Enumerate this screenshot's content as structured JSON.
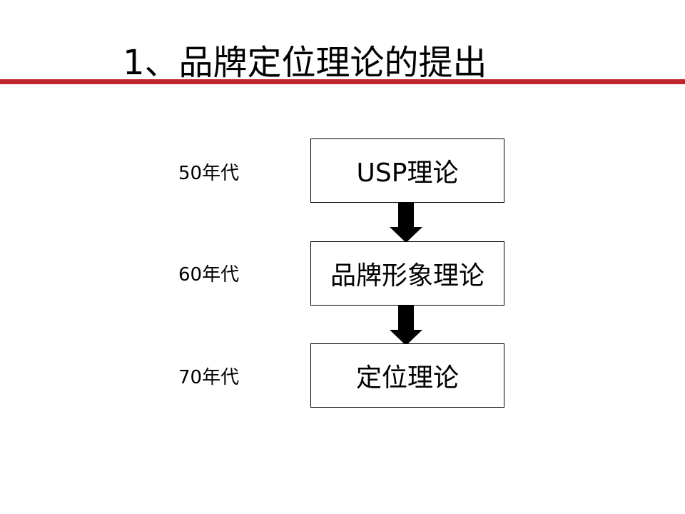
{
  "slide": {
    "title": "1、品牌定位理论的提出",
    "accent_color": "#c0272d"
  },
  "flow": {
    "stages": [
      {
        "era": "50年代",
        "theory": "USP理论"
      },
      {
        "era": "60年代",
        "theory": "品牌形象理论"
      },
      {
        "era": "70年代",
        "theory": "定位理论"
      }
    ]
  }
}
